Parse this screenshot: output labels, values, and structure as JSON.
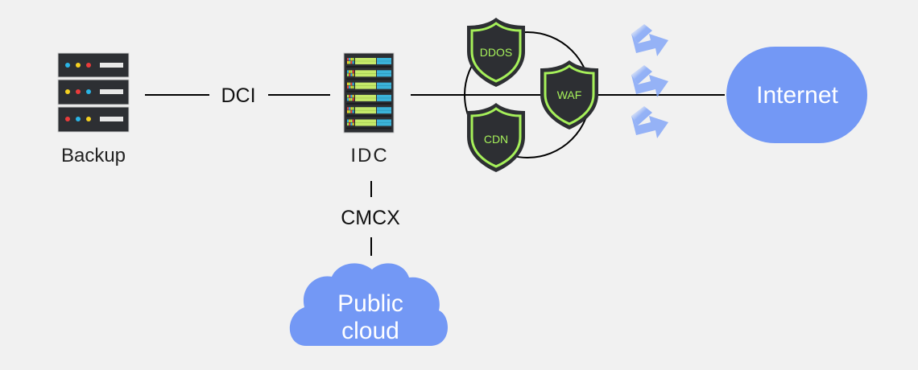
{
  "colors": {
    "background": "#f1f1f1",
    "line": "#000000",
    "server_body": "#2d2f33",
    "shield_body": "#2d2f33",
    "shield_accent": "#a6f05a",
    "cloud_blue": "#7398f5",
    "arrow_blue": "#7ea3f7",
    "text_dark": "#222222",
    "text_white": "#ffffff"
  },
  "nodes": {
    "backup": {
      "label": "Backup",
      "icon": "server-rack-icon"
    },
    "idc": {
      "label": "IDC",
      "icon": "data-center-rack-icon"
    },
    "public_cloud": {
      "label_line1": "Public",
      "label_line2": "cloud",
      "icon": "cloud-icon"
    },
    "internet": {
      "label": "Internet",
      "icon": "pill-shape"
    }
  },
  "security": {
    "ddos": {
      "label": "DDOS",
      "icon": "shield-icon"
    },
    "waf": {
      "label": "WAF",
      "icon": "shield-icon"
    },
    "cdn": {
      "label": "CDN",
      "icon": "shield-icon"
    }
  },
  "links": {
    "backup_idc": {
      "label": "DCI"
    },
    "idc_cloud": {
      "label": "CMCX"
    }
  },
  "traffic_arrows": {
    "count": 3,
    "icon": "traffic-arrow-icon"
  }
}
